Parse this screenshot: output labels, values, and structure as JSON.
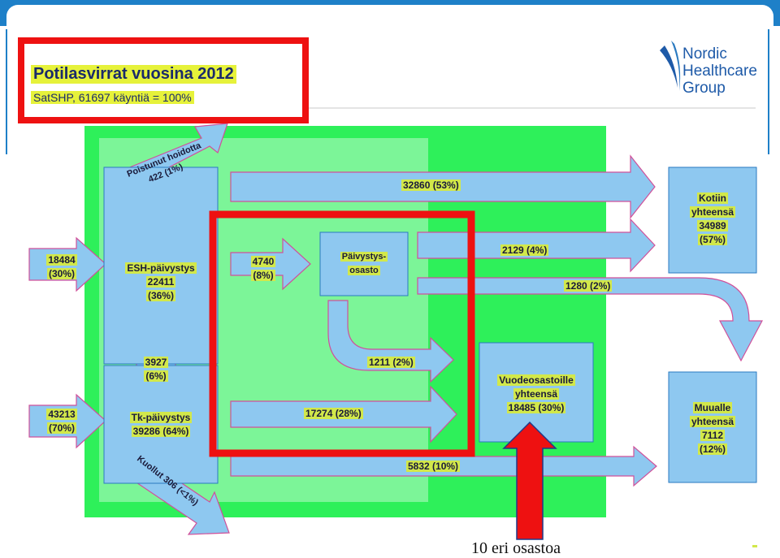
{
  "title": {
    "line1": "Potilasvirrat vuosina 2012",
    "line2": "SatSHP, 61697 käyntiä = 100%"
  },
  "logo": {
    "line1": "Nordic",
    "line2": "Healthcare",
    "line3": "Group"
  },
  "boxes": {
    "esh": [
      "ESH-päivystys",
      "22411",
      "(36%)"
    ],
    "tk": [
      "Tk-päivystys",
      "39286 (64%)"
    ],
    "paivystys": [
      "Päivystys-",
      "osasto"
    ],
    "vuode": [
      "Vuodeosastoille",
      "yhteensä",
      "18485 (30%)"
    ],
    "kotiin": [
      "Kotiin",
      "yhteensä",
      "34989",
      "(57%)"
    ],
    "muualle": [
      "Muualle",
      "yhteensä",
      "7112",
      "(12%)"
    ]
  },
  "flows": {
    "in_esh": [
      "18484",
      "(30%)"
    ],
    "in_tk": [
      "43213",
      "(70%)"
    ],
    "esh_to_paiv": [
      "4740",
      "(8%)"
    ],
    "tk_to_esh": [
      "3927",
      "(6%)"
    ],
    "poistunut": [
      "Poistunut hoidotta",
      "422 (1%)"
    ],
    "kuollut": "Kuollut 306 (<1%)",
    "kotiin_main": "32860 (53%)",
    "paiv_kotiin": "2129 (4%)",
    "paiv_muualle": "1280 (2%)",
    "paiv_vuode": "1211 (2%)",
    "tk_vuode": "17274 (28%)",
    "tk_muualle": "5832 (10%)"
  },
  "caption": "10 eri osastoa",
  "colors": {
    "green_bg": "#2ef05a",
    "light_green": "#7cf598",
    "box_blue": "#8ec8f0",
    "highlight_red": "#ee1111",
    "label_yellow": "#d2e84a",
    "header_blue": "#1e80c8"
  }
}
